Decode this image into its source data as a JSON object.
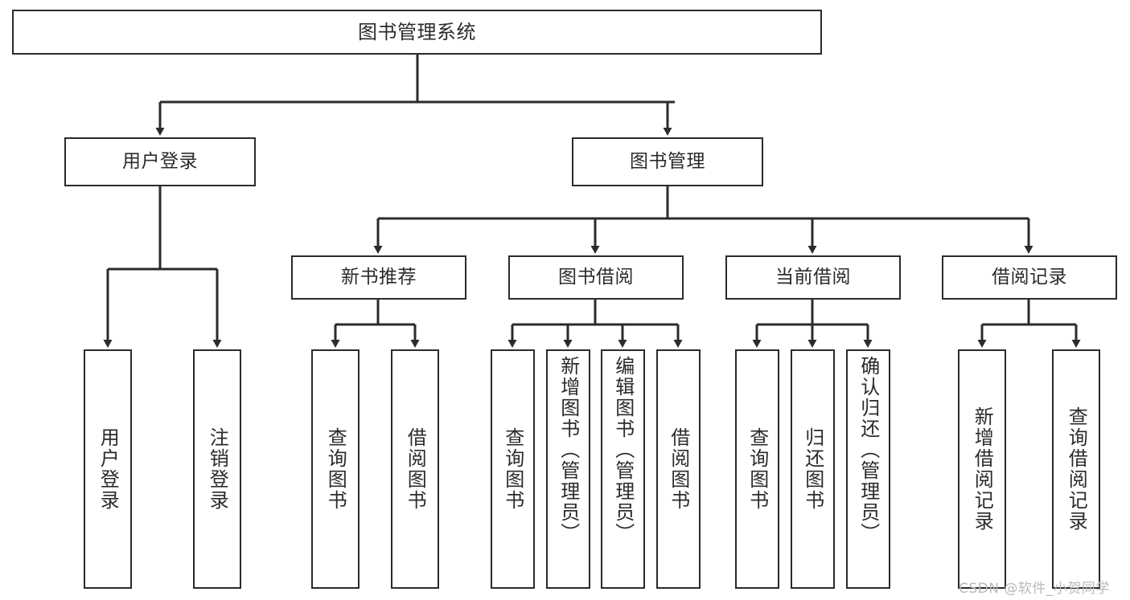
{
  "diagram": {
    "title": "图书管理系统",
    "type": "tree",
    "stroke_color": "#2b2b2b",
    "background_color": "#ffffff",
    "text_color": "#2b2b2b"
  },
  "nodes": {
    "root": {
      "label": "图书管理系统"
    },
    "level2": [
      {
        "label": "用户登录"
      },
      {
        "label": "图书管理"
      }
    ],
    "level3": [
      {
        "label": "新书推荐"
      },
      {
        "label": "图书借阅"
      },
      {
        "label": "当前借阅"
      },
      {
        "label": "借阅记录"
      }
    ],
    "leaves_user_login": [
      {
        "label": "用户登录"
      },
      {
        "label": "注销登录"
      }
    ],
    "leaves_new_books": [
      {
        "label": "查询图书"
      },
      {
        "label": "借阅图书"
      }
    ],
    "leaves_borrow": [
      {
        "label": "查询图书"
      },
      {
        "label": "新增图书（管理员）"
      },
      {
        "label": "编辑图书（管理员）"
      },
      {
        "label": "借阅图书"
      }
    ],
    "leaves_current": [
      {
        "label": "查询图书"
      },
      {
        "label": "归还图书"
      },
      {
        "label": "确认归还（管理员）"
      }
    ],
    "leaves_records": [
      {
        "label": "新增借阅记录"
      },
      {
        "label": "查询借阅记录"
      }
    ]
  },
  "watermark": {
    "text": "CSDN @软件_小贺同学"
  }
}
